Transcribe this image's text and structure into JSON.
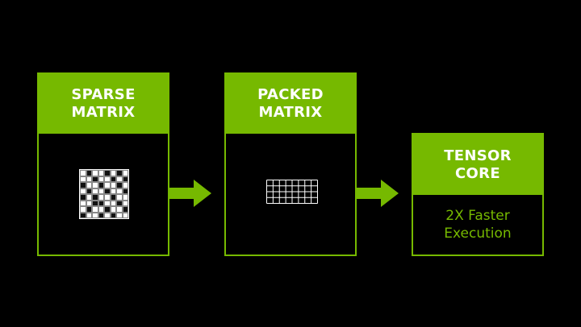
{
  "colors": {
    "accent": "#76b900",
    "background": "#000000",
    "text": "#ffffff"
  },
  "boxes": {
    "sparse": {
      "title": "SPARSE\nMATRIX"
    },
    "packed": {
      "title": "PACKED\nMATRIX"
    },
    "tensor": {
      "title": "TENSOR\nCORE",
      "body": "2X Faster\nExecution"
    }
  },
  "sparse_pattern": [
    [
      1,
      0,
      1,
      1,
      0,
      1,
      0,
      1
    ],
    [
      1,
      1,
      0,
      1,
      1,
      0,
      1,
      0
    ],
    [
      0,
      1,
      1,
      0,
      1,
      1,
      0,
      1
    ],
    [
      1,
      0,
      1,
      1,
      0,
      1,
      1,
      0
    ],
    [
      0,
      1,
      0,
      1,
      1,
      0,
      1,
      1
    ],
    [
      1,
      1,
      0,
      0,
      1,
      1,
      0,
      1
    ],
    [
      1,
      0,
      1,
      1,
      0,
      1,
      1,
      0
    ],
    [
      0,
      1,
      1,
      0,
      1,
      0,
      1,
      1
    ]
  ],
  "packed_grid": {
    "rows": 4,
    "cols": 8
  },
  "arrows": [
    "arrow-icon",
    "arrow-icon"
  ]
}
